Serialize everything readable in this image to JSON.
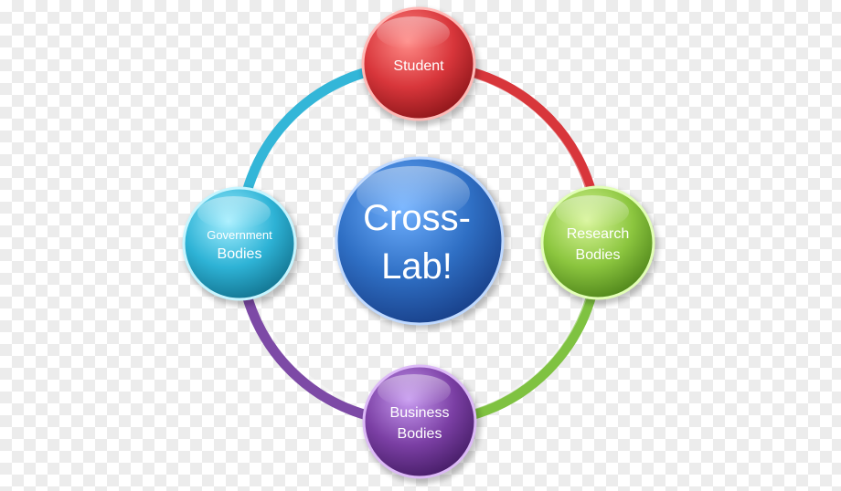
{
  "diagram": {
    "center": {
      "line1": "Cross-",
      "line2": "Lab!",
      "color": "#2f6fc4"
    },
    "nodes": {
      "student": {
        "line1": "Student",
        "color": "#d8363b"
      },
      "research": {
        "line1": "Research",
        "line2": "Bodies",
        "color": "#8cc63f"
      },
      "business": {
        "line1": "Business",
        "line2": "Bodies",
        "color": "#7b3fa4"
      },
      "government": {
        "line1": "Government",
        "line2": "Bodies",
        "color": "#2eb3d6"
      }
    },
    "ring_colors": {
      "top_right": "#d8363b",
      "bottom_right": "#7fc241",
      "bottom_left": "#7d4aa6",
      "top_left": "#33b6d8"
    }
  }
}
